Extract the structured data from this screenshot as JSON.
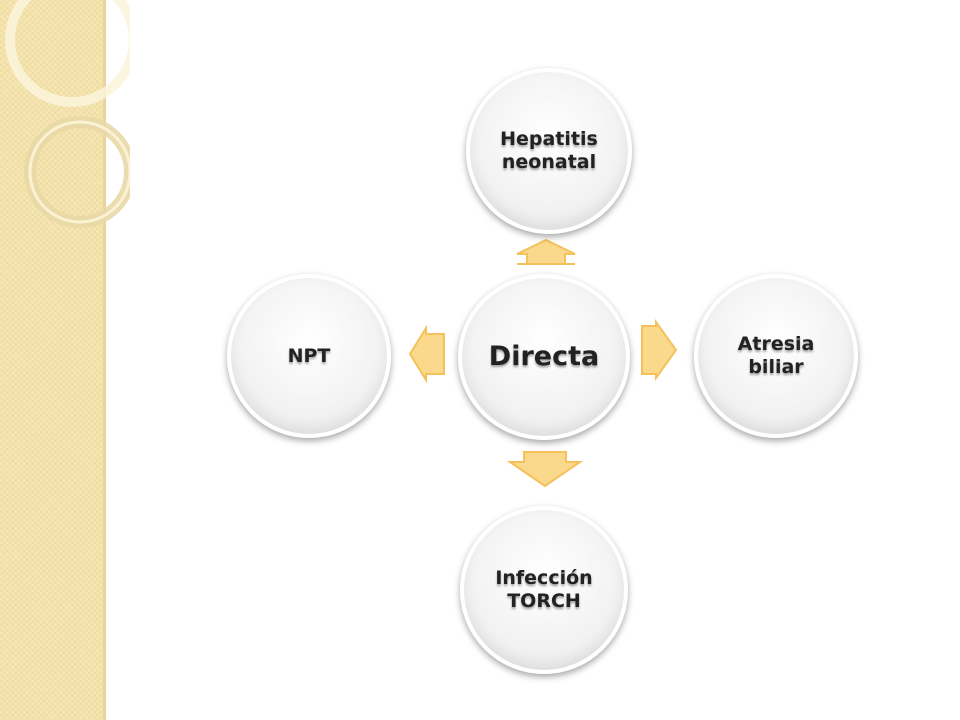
{
  "diagram": {
    "center": {
      "label": "Directa"
    },
    "top": {
      "label": "Hepatitis\nneonatal"
    },
    "right": {
      "label": "Atresia\nbiliar"
    },
    "bottom": {
      "label": "Infección\nTORCH"
    },
    "left": {
      "label": "NPT"
    }
  },
  "colors": {
    "arrow_fill": "#fbd98c",
    "arrow_stroke": "#f5c15a",
    "band": "#f6e6b2",
    "text": "#222222"
  }
}
